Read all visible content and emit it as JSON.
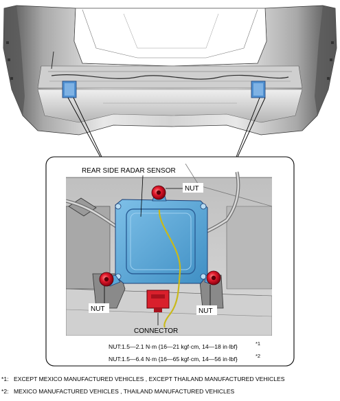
{
  "labels": {
    "sensor": "REAR SIDE RADAR SENSOR",
    "nut_top": "NUT",
    "nut_left": "NUT",
    "nut_right": "NUT",
    "connector": "CONNECTOR"
  },
  "torque_specs": [
    {
      "text": "NUT:1.5—2.1 N·m {16—21 kgf·cm, 14—18 in·lbf}",
      "ref": "*1"
    },
    {
      "text": "NUT:1.5—6.4 N·m {16—65 kgf·cm, 14—56 in·lbf}",
      "ref": "*2"
    }
  ],
  "footnotes": [
    {
      "mark": "*1:",
      "text": "EXCEPT MEXICO MANUFACTURED VEHICLES , EXCEPT THAILAND MANUFACTURED VEHICLES"
    },
    {
      "mark": "*2:",
      "text": "MEXICO MANUFACTURED VEHICLES , THAILAND MANUFACTURED VEHICLES"
    }
  ],
  "colors": {
    "sensor_body": "#5aa7d8",
    "nut": "#e0192b",
    "connector": "#d9202c",
    "harness": "#c9b91a",
    "bumper_dark": "#6f6f6f",
    "bumper_light": "#e6e6e6"
  }
}
